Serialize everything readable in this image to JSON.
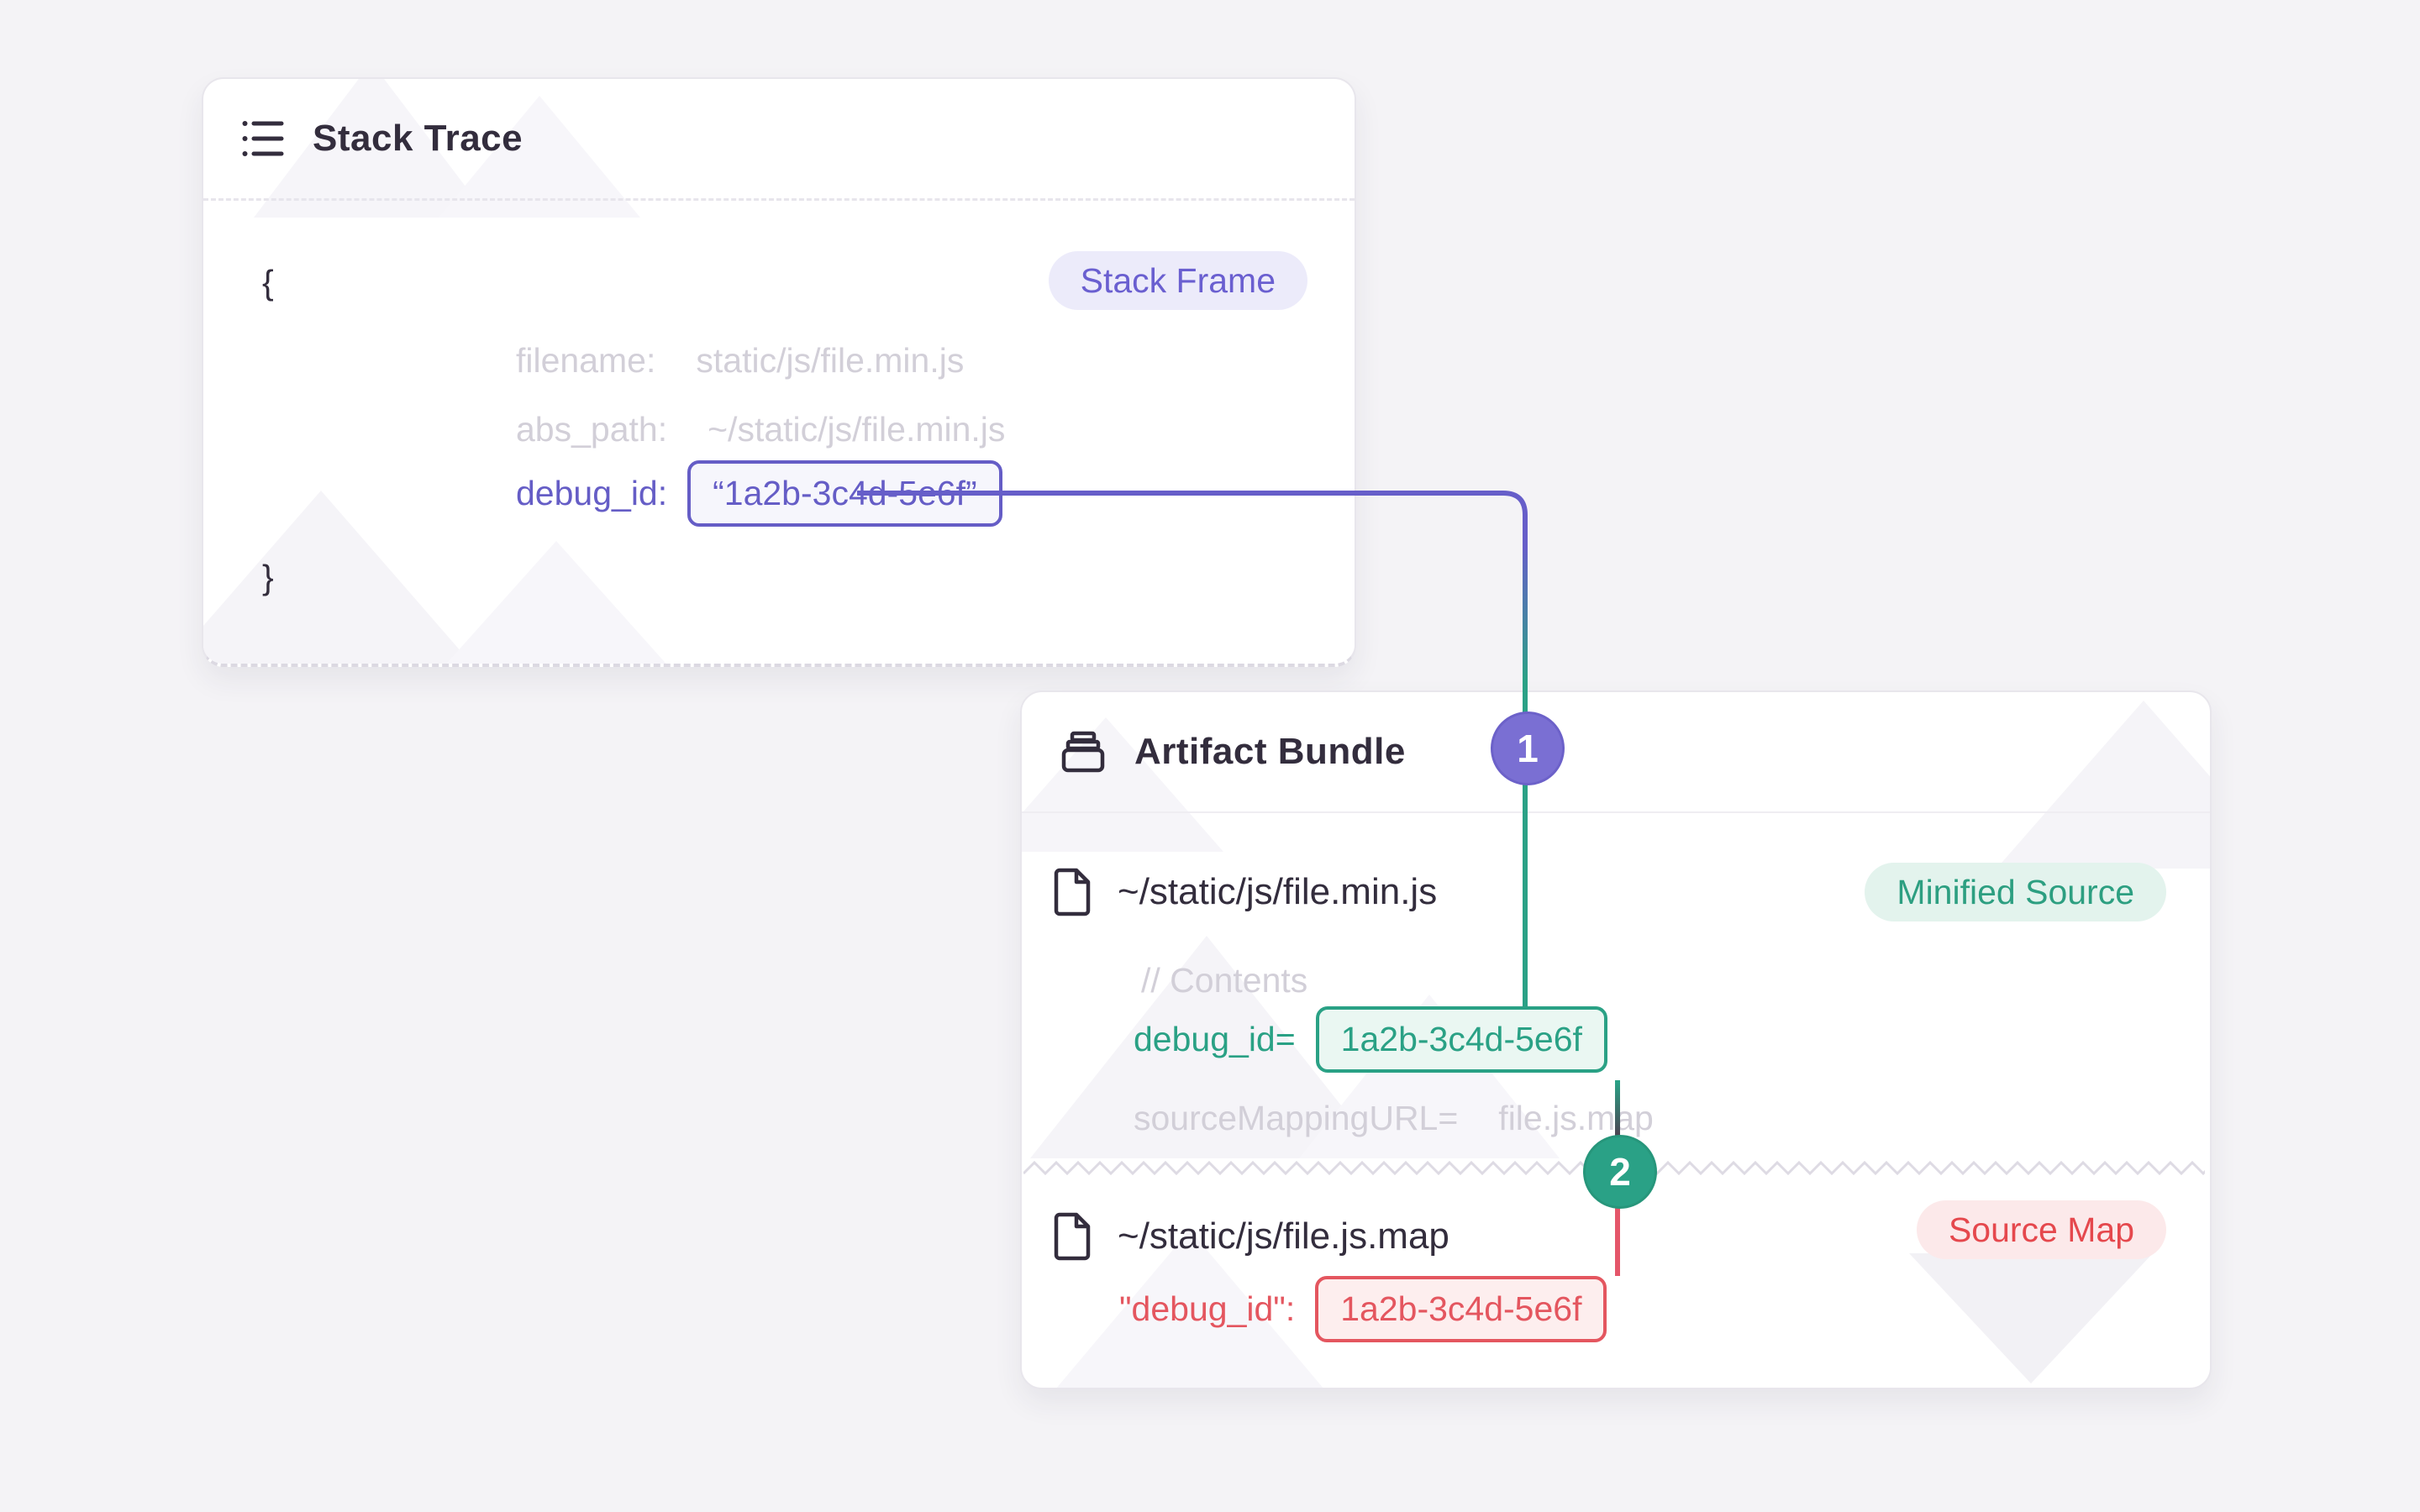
{
  "stack_trace_card": {
    "title": "Stack Trace",
    "badge": "Stack Frame",
    "code": {
      "open_brace": "{",
      "close_brace": "}",
      "lines": [
        {
          "label": "filename:",
          "value": "static/js/file.min.js"
        },
        {
          "label": "abs_path:",
          "value": "~/static/js/file.min.js"
        }
      ],
      "debug_label": "debug_id:",
      "debug_value": "“1a2b-3c4d-5e6f”"
    }
  },
  "artifact_bundle_card": {
    "title": "Artifact Bundle",
    "minified": {
      "filename": "~/static/js/file.min.js",
      "badge": "Minified Source",
      "comment": "// Contents",
      "debug_label": "debug_id=",
      "debug_value": "1a2b-3c4d-5e6f",
      "mapping_label": "sourceMappingURL=",
      "mapping_value": "file.js.map"
    },
    "sourcemap": {
      "filename": "~/static/js/file.js.map",
      "badge": "Source Map",
      "debug_label": "\"debug_id\":",
      "debug_value": "1a2b-3c4d-5e6f"
    }
  },
  "connector_steps": {
    "one": "1",
    "two": "2"
  },
  "colors": {
    "accent_purple": "#655dc6",
    "accent_teal": "#2aa185",
    "accent_red": "#e4565f",
    "badge_red_text": "#e5484d",
    "muted_text": "#d2cfd8",
    "dark_text": "#332d3d",
    "page_background": "#f4f3f6"
  }
}
